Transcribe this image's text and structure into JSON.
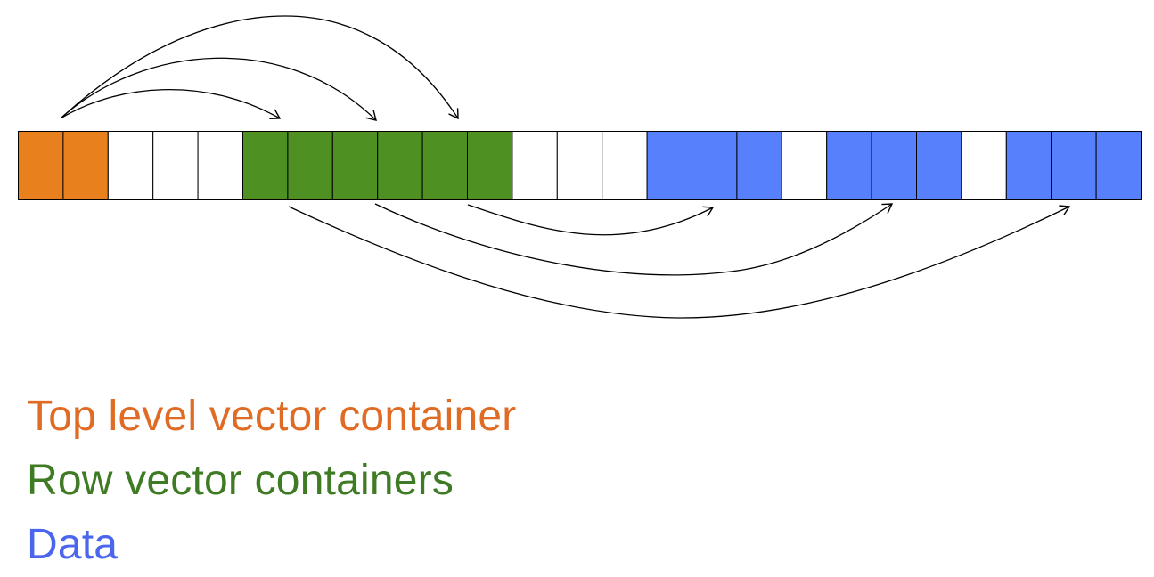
{
  "cells": [
    "top",
    "top",
    "empty",
    "empty",
    "empty",
    "row",
    "row",
    "row",
    "row",
    "row",
    "row",
    "empty",
    "empty",
    "empty",
    "data",
    "data",
    "data",
    "empty",
    "data",
    "data",
    "data",
    "empty",
    "data",
    "data",
    "data"
  ],
  "colors": {
    "top": "#e8801e",
    "row": "#4e9022",
    "data": "#5780fc",
    "empty": "#ffffff",
    "legend_top": "#e06b25",
    "legend_row": "#3f7a24",
    "legend_data": "#4a66ee"
  },
  "legend": {
    "top": "Top level vector container",
    "row": "Row vector containers",
    "data": "Data"
  }
}
